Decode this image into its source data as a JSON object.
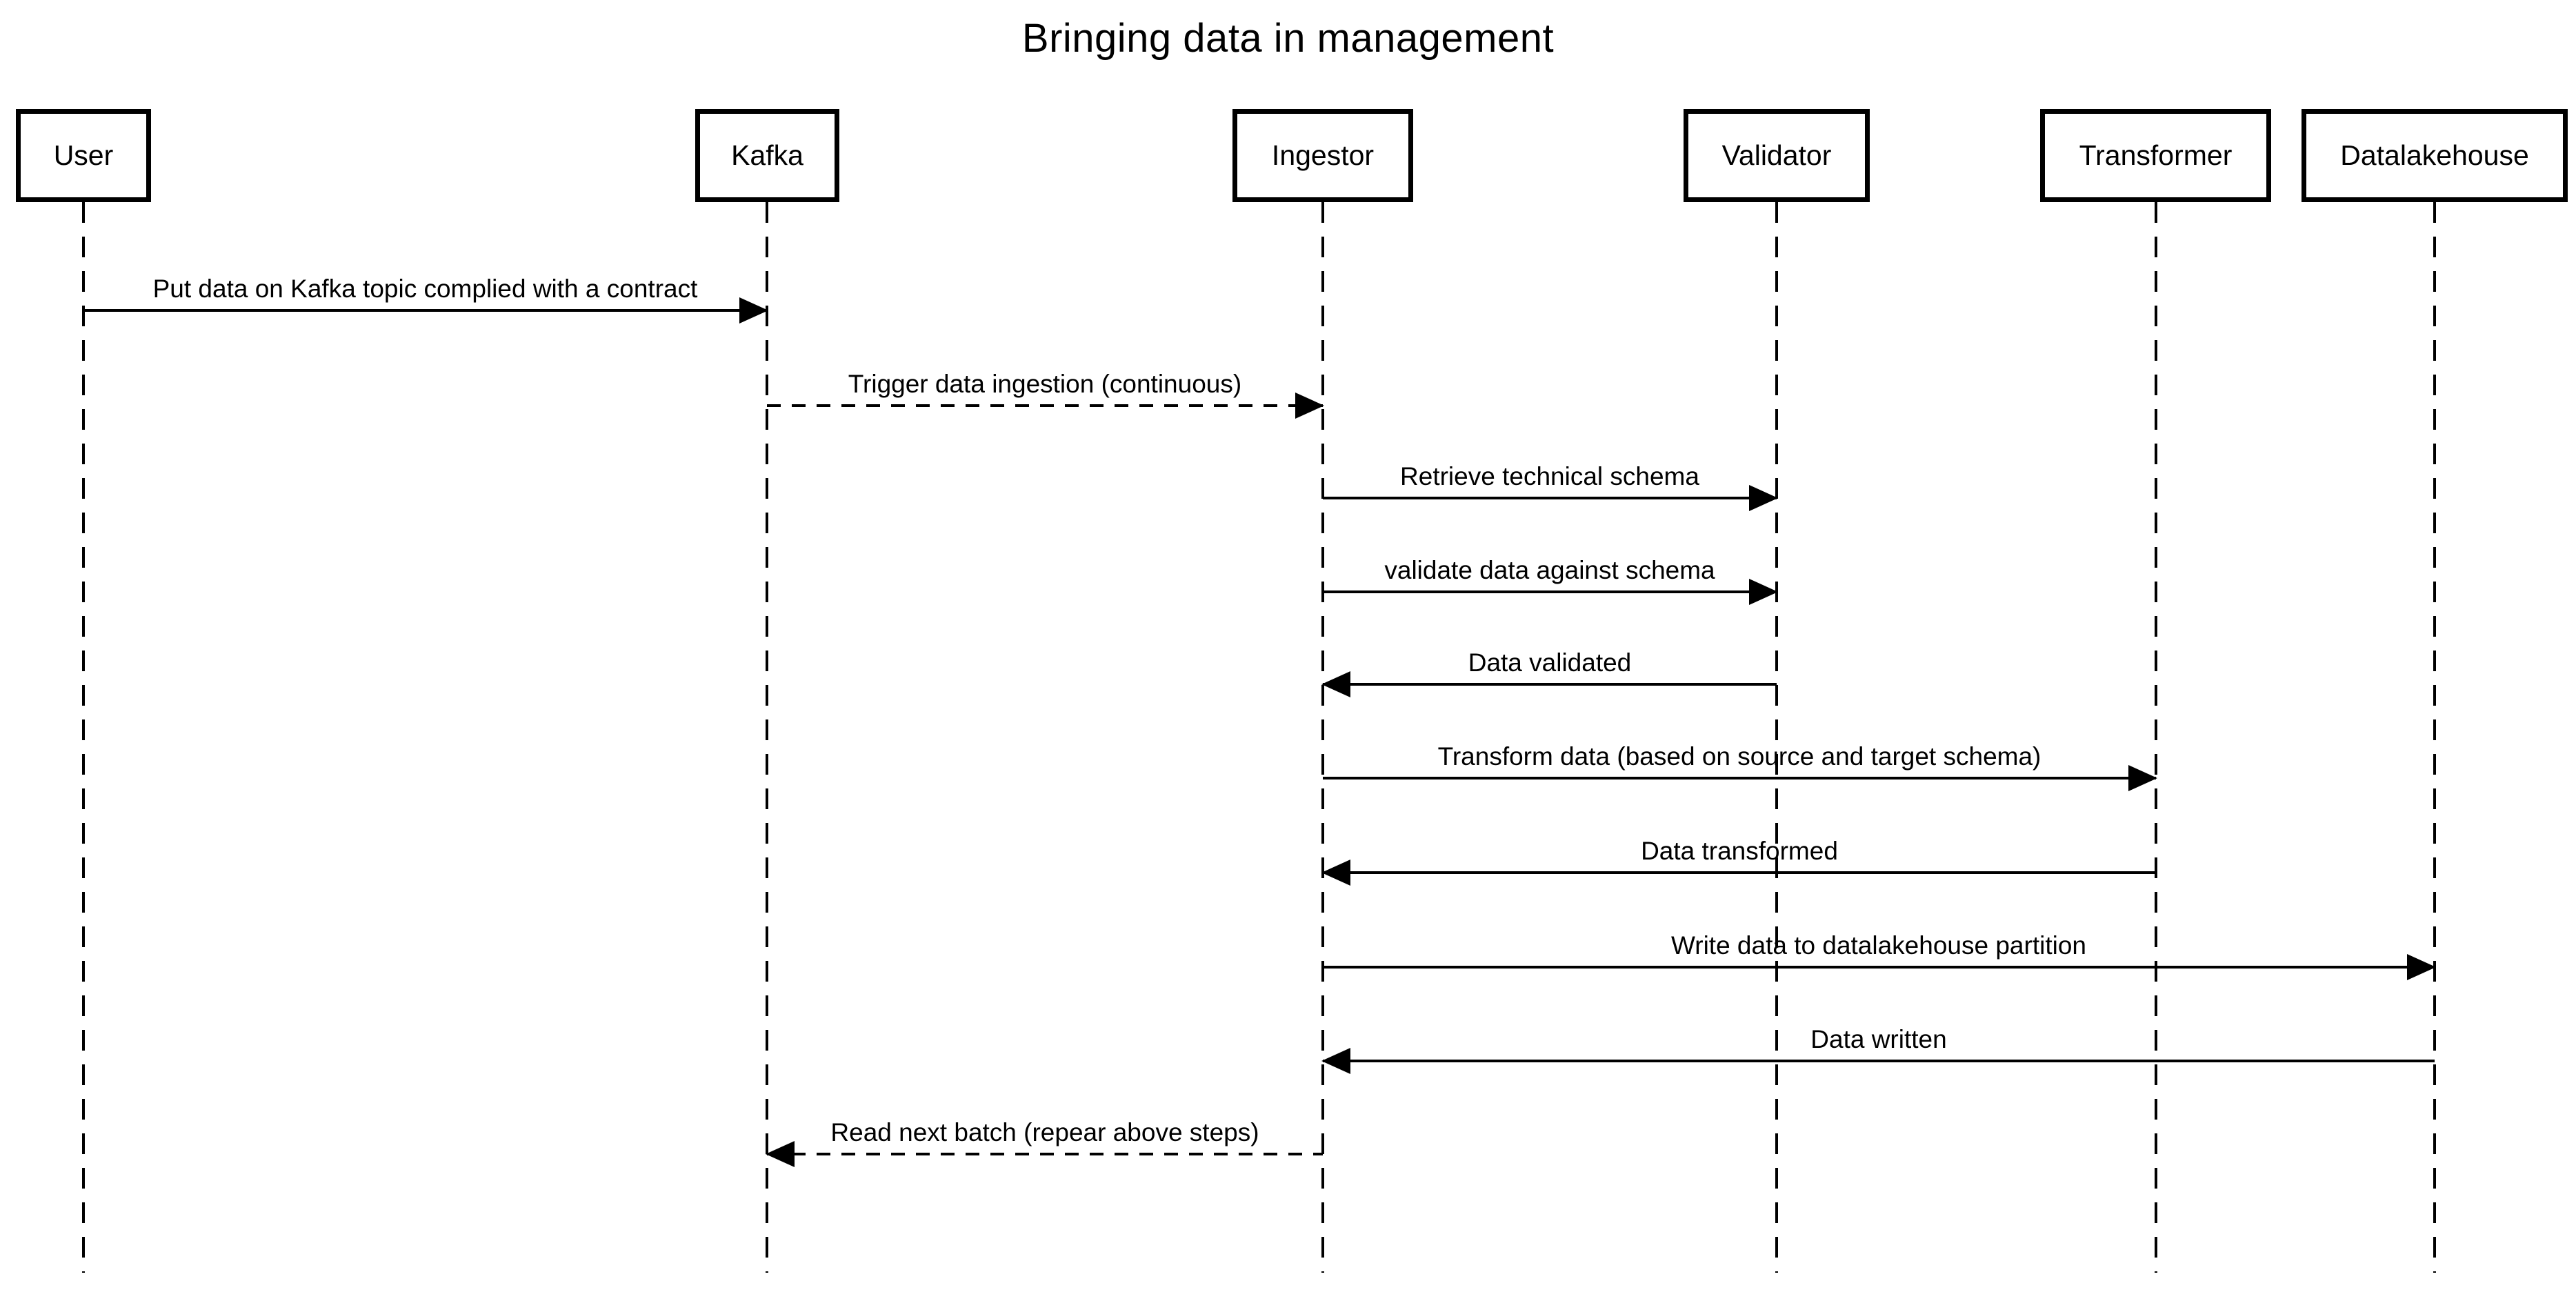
{
  "title": "Bringing data in management",
  "colors": {
    "background": "#ffffff",
    "line": "#000000",
    "text": "#000000",
    "actor_fill": "#ffffff"
  },
  "actors": [
    {
      "label": "User"
    },
    {
      "label": "Kafka"
    },
    {
      "label": "Ingestor"
    },
    {
      "label": "Validator"
    },
    {
      "label": "Transformer"
    },
    {
      "label": "Datalakehouse"
    }
  ],
  "messages": [
    {
      "text": "Put data on Kafka topic complied with a contract",
      "from": "User",
      "to": "Kafka",
      "line": "solid",
      "direction": "right"
    },
    {
      "text": "Trigger data ingestion (continuous)",
      "from": "Kafka",
      "to": "Ingestor",
      "line": "dashed",
      "direction": "right"
    },
    {
      "text": "Retrieve technical schema",
      "from": "Ingestor",
      "to": "Validator",
      "line": "solid",
      "direction": "right"
    },
    {
      "text": "validate data against schema",
      "from": "Ingestor",
      "to": "Validator",
      "line": "solid",
      "direction": "right"
    },
    {
      "text": "Data validated",
      "from": "Validator",
      "to": "Ingestor",
      "line": "solid",
      "direction": "left"
    },
    {
      "text": "Transform data (based on source and target schema)",
      "from": "Ingestor",
      "to": "Transformer",
      "line": "solid",
      "direction": "right"
    },
    {
      "text": "Data transformed",
      "from": "Transformer",
      "to": "Ingestor",
      "line": "solid",
      "direction": "left"
    },
    {
      "text": "Write data to datalakehouse partition",
      "from": "Ingestor",
      "to": "Datalakehouse",
      "line": "solid",
      "direction": "right"
    },
    {
      "text": "Data written",
      "from": "Datalakehouse",
      "to": "Ingestor",
      "line": "solid",
      "direction": "left"
    },
    {
      "text": "Read next batch (repear above steps)",
      "from": "Ingestor",
      "to": "Kafka",
      "line": "dashed",
      "direction": "left"
    }
  ]
}
